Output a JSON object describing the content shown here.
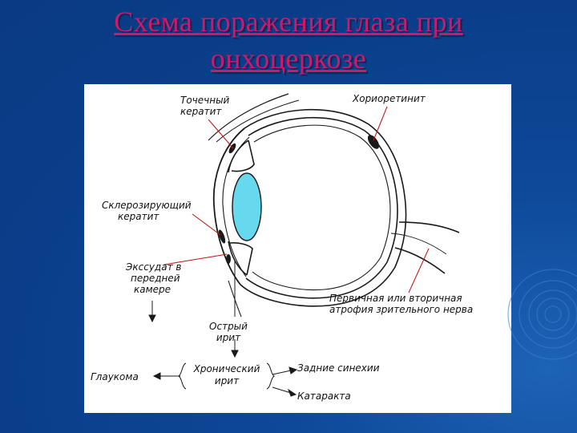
{
  "slide": {
    "title_line1": "Схема поражения глаза при",
    "title_line2": "онхоцеркозе"
  },
  "diagram": {
    "labels": {
      "punctate_keratitis_l1": "Точечный",
      "punctate_keratitis_l2": "кератит",
      "chorioretinitis": "Хориоретинит",
      "sclerosing_keratitis_l1": "Склерозирующий",
      "sclerosing_keratitis_l2": "кератит",
      "exudate_l1": "Экссудат в",
      "exudate_l2": "передней",
      "exudate_l3": "камере",
      "optic_atrophy_l1": "Первичная или вторичная",
      "optic_atrophy_l2": "атрофия зрительного нерва",
      "acute_iritis_l1": "Острый",
      "acute_iritis_l2": "ирит",
      "chronic_iritis_l1": "Хронический",
      "chronic_iritis_l2": "ирит",
      "glaucoma": "Глаукома",
      "posterior_synechiae": "Задние синехии",
      "cataract": "Катаракта"
    },
    "colors": {
      "lens": "#66d9ee",
      "ink": "#1a1a1a",
      "pointer": "#c01010"
    }
  }
}
